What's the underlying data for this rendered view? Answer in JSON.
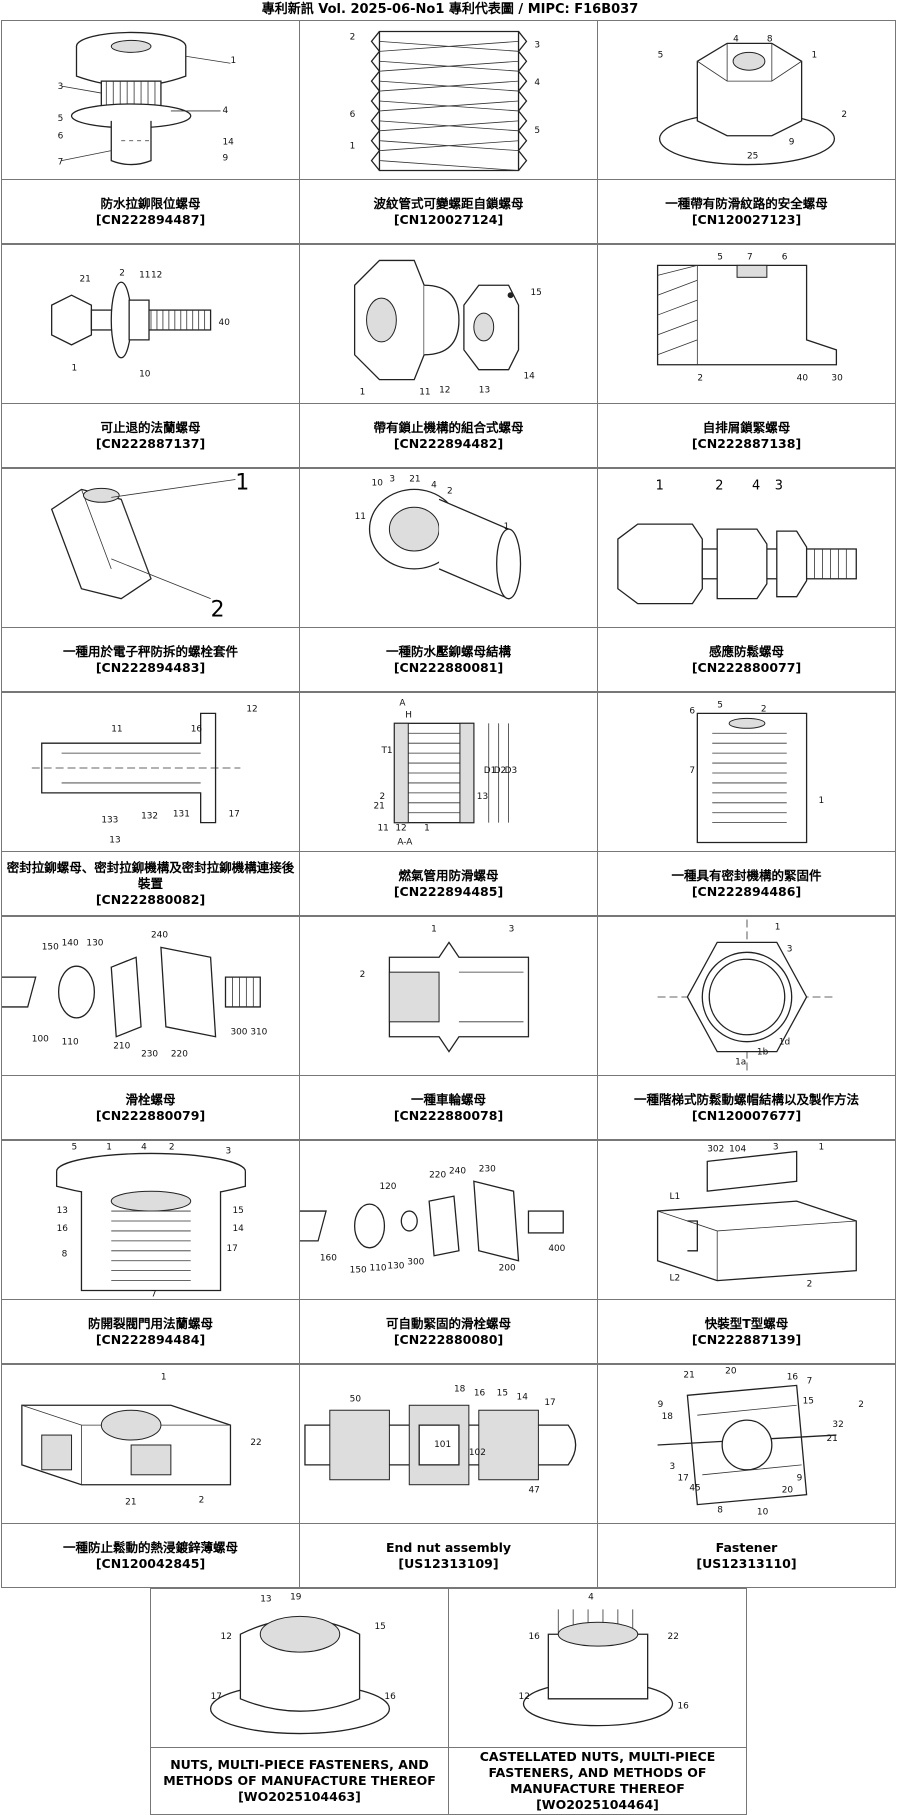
{
  "header": {
    "text": "專利新訊  Vol. 2025-06-No1  專利代表圖  /  MIPC:  F16B037"
  },
  "patents": [
    {
      "title": "防水拉鉚限位螺母",
      "number": "[CN222894487]"
    },
    {
      "title": "波紋管式可變螺距自鎖螺母",
      "number": "[CN120027124]"
    },
    {
      "title": "一種帶有防滑紋路的安全螺母",
      "number": "[CN120027123]"
    },
    {
      "title": "可止退的法蘭螺母",
      "number": "[CN222887137]"
    },
    {
      "title": "帶有鎖止機構的組合式螺母",
      "number": "[CN222894482]"
    },
    {
      "title": "自排屑鎖緊螺母",
      "number": "[CN222887138]"
    },
    {
      "title": "一種用於電子秤防拆的螺栓套件",
      "number": "[CN222894483]"
    },
    {
      "title": "一種防水壓鉚螺母結構",
      "number": "[CN222880081]"
    },
    {
      "title": "感應防鬆螺母",
      "number": "[CN222880077]"
    },
    {
      "title": "密封拉鉚螺母、密封拉鉚機構及密封拉鉚機構連接後裝置",
      "number": "[CN222880082]"
    },
    {
      "title": "燃氣管用防滑螺母",
      "number": "[CN222894485]"
    },
    {
      "title": "一種具有密封機構的緊固件",
      "number": "[CN222894486]"
    },
    {
      "title": "滑栓螺母",
      "number": "[CN222880079]"
    },
    {
      "title": "一種車輪螺母",
      "number": "[CN222880078]"
    },
    {
      "title": "一種階梯式防鬆動螺帽結構以及製作方法",
      "number": "[CN120007677]"
    },
    {
      "title": "防開裂閥門用法蘭螺母",
      "number": "[CN222894484]"
    },
    {
      "title": "可自動緊固的滑栓螺母",
      "number": "[CN222880080]"
    },
    {
      "title": "快裝型T型螺母",
      "number": "[CN222887139]"
    },
    {
      "title": "一種防止鬆動的熱浸鍍鋅薄螺母",
      "number": "[CN120042845]"
    },
    {
      "title": "End nut assembly",
      "number": "[US12313109]"
    },
    {
      "title": "Fastener",
      "number": "[US12313110]"
    },
    {
      "title": "NUTS, MULTI-PIECE FASTENERS, AND METHODS OF MANUFACTURE THEREOF",
      "number": "[WO2025104463]"
    },
    {
      "title": "CASTELLATED NUTS, MULTI-PIECE FASTENERS, AND METHODS OF MANUFACTURE THEREOF",
      "number": "[WO2025104464]"
    }
  ],
  "drawings": [
    "flanged-rivet-nut-drawing-icon",
    "bellows-nut-drawing-icon",
    "hex-flange-nut-drawing-icon",
    "bolt-flange-nut-drawing-icon",
    "combined-hex-nut-drawing-icon",
    "self-chip-nut-section-icon",
    "hex-standoff-drawing-icon",
    "press-rivet-nut-drawing-icon",
    "bolt-sensing-nut-drawing-icon",
    "rivet-nut-section-icon",
    "gas-pipe-nut-section-icon",
    "sealed-fastener-section-icon",
    "slide-bolt-exploded-icon",
    "wheel-nut-section-icon",
    "hex-nut-top-view-icon",
    "valve-flange-nut-section-icon",
    "auto-slide-bolt-exploded-icon",
    "t-nut-drawing-icon",
    "thin-nut-plate-drawing-icon",
    "end-nut-assembly-section-icon",
    "fastener-clip-drawing-icon",
    "flanged-nut-perspective-icon",
    "castellated-nut-perspective-icon"
  ],
  "labels": {
    "d1": [
      "1",
      "3",
      "5",
      "6",
      "7",
      "4",
      "14",
      "9"
    ],
    "d2": [
      "2",
      "3",
      "4",
      "6",
      "5",
      "1"
    ],
    "d3": [
      "5",
      "4",
      "8",
      "1",
      "2",
      "9",
      "25"
    ],
    "d4": [
      "21",
      "2",
      "11",
      "12",
      "40",
      "10",
      "1"
    ],
    "d5": [
      "15",
      "1",
      "11",
      "12",
      "13",
      "14"
    ],
    "d6": [
      "5",
      "7",
      "6",
      "2",
      "40",
      "30"
    ],
    "d7": [
      "1",
      "2"
    ],
    "d8": [
      "3",
      "21",
      "4",
      "10",
      "2",
      "1",
      "11"
    ],
    "d9": [
      "1",
      "2",
      "4",
      "3"
    ],
    "d10": [
      "11",
      "16",
      "12",
      "133",
      "132",
      "131",
      "13",
      "17"
    ],
    "d11": [
      "A",
      "H",
      "T1",
      "D1",
      "D2",
      "D3",
      "2",
      "21",
      "11",
      "12",
      "13",
      "1",
      "A-A"
    ],
    "d12": [
      "6",
      "5",
      "2",
      "7",
      "1"
    ],
    "d13": [
      "150",
      "140",
      "130",
      "240",
      "100",
      "110",
      "210",
      "230",
      "220",
      "300",
      "310"
    ],
    "d14": [
      "1",
      "3",
      "2"
    ],
    "d15": [
      "1",
      "3",
      "1d",
      "1a",
      "1b"
    ],
    "d16": [
      "5",
      "1",
      "4",
      "2",
      "3",
      "13",
      "16",
      "8",
      "15",
      "14",
      "17",
      "7"
    ],
    "d17": [
      "160",
      "150",
      "110",
      "120",
      "130",
      "300",
      "220",
      "240",
      "230",
      "200",
      "400"
    ],
    "d18": [
      "302",
      "104",
      "3",
      "1",
      "L1",
      "L2",
      "2"
    ],
    "d19": [
      "1",
      "22",
      "21",
      "2"
    ],
    "d20": [
      "50",
      "101",
      "18",
      "16",
      "15",
      "14",
      "17",
      "102",
      "47"
    ],
    "d21": [
      "21",
      "20",
      "16",
      "7",
      "9",
      "18",
      "15",
      "2",
      "32",
      "21",
      "3",
      "17",
      "45",
      "8",
      "10",
      "20",
      "9"
    ],
    "d22": [
      "13",
      "19",
      "12",
      "15",
      "17",
      "16"
    ],
    "d23": [
      "4",
      "16",
      "22",
      "12",
      "16"
    ]
  }
}
